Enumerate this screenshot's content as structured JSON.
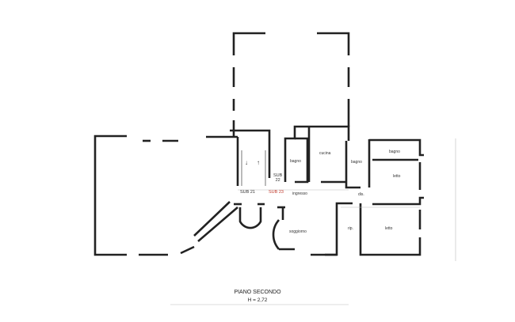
{
  "rooms": {
    "bagno_left": "bagno",
    "cucina": "cucina",
    "bagno_center": "bagno",
    "bagno_right": "bagno",
    "letto_upper": "letto",
    "letto_lower": "letto",
    "ingresso": "ingresso",
    "disimpegno": "dis.",
    "ripostiglio": "rip.",
    "soggiorno": "soggiorno"
  },
  "units": {
    "sub21": "SUB 21",
    "sub22_line1": "SUB",
    "sub22_line2": "22",
    "sub23": "SUB 23"
  },
  "footer": {
    "floor_name": "PIANO SECONDO",
    "height": "H = 2,72"
  },
  "colors": {
    "walls": "#222222",
    "highlight_label": "#c0392b"
  }
}
